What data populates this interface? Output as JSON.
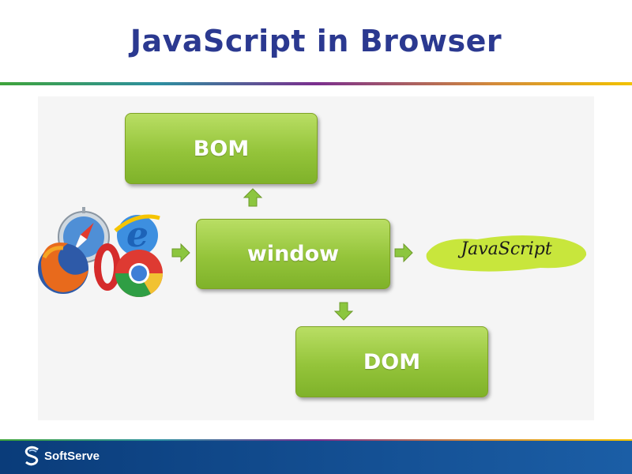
{
  "slide": {
    "title": "JavaScript in Browser"
  },
  "diagram": {
    "nodes": {
      "bom": "BOM",
      "window": "window",
      "dom": "DOM"
    },
    "javascript_logo_text": "JavaScript",
    "browser_icons": [
      "firefox-icon",
      "safari-icon",
      "internet-explorer-icon",
      "opera-icon",
      "chrome-icon"
    ]
  },
  "footer": {
    "brand": "SoftServe"
  },
  "colors": {
    "title": "#2b3990",
    "box_green": "#94c43a",
    "footer_blue": "#0a3c7a",
    "js_logo_green": "#c8e63c"
  }
}
